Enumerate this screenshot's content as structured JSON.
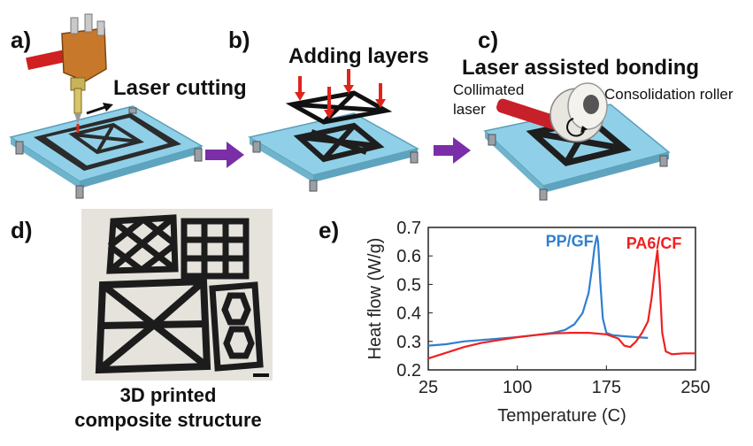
{
  "panels": {
    "a": {
      "letter": "a)",
      "caption": "Laser cutting"
    },
    "b": {
      "letter": "b)",
      "caption": "Adding layers"
    },
    "c": {
      "letter": "c)",
      "caption": "Laser assisted bonding",
      "label_laser_line1": "Collimated",
      "label_laser_line2": "laser",
      "label_roller": "Consolidation roller"
    },
    "d": {
      "letter": "d)",
      "caption_line1": "3D printed",
      "caption_line2": "composite structure"
    },
    "e": {
      "letter": "e)"
    }
  },
  "colors": {
    "plate": "#8fd0e8",
    "arrow_purple": "#7a2ea8",
    "arrow_red": "#e0241c",
    "series_pp": "#2f7fd0",
    "series_pa": "#f02020"
  },
  "chart_data": {
    "type": "line",
    "xlabel": "Temperature (C)",
    "ylabel": "Heat flow (W/g)",
    "xlim": [
      25,
      250
    ],
    "ylim": [
      0.2,
      0.7
    ],
    "xticks": [
      25,
      100,
      175,
      250
    ],
    "yticks": [
      0.2,
      0.3,
      0.4,
      0.5,
      0.6,
      0.7
    ],
    "grid": false,
    "series": [
      {
        "name": "PP/GF",
        "x": [
          25,
          40,
          55,
          70,
          85,
          100,
          115,
          130,
          140,
          148,
          155,
          160,
          163,
          165,
          167,
          168,
          170,
          172,
          175,
          180,
          190,
          200,
          210
        ],
        "y": [
          0.285,
          0.29,
          0.3,
          0.305,
          0.31,
          0.315,
          0.322,
          0.33,
          0.34,
          0.36,
          0.4,
          0.47,
          0.56,
          0.63,
          0.67,
          0.65,
          0.5,
          0.38,
          0.33,
          0.322,
          0.318,
          0.315,
          0.312
        ]
      },
      {
        "name": "PA6/CF",
        "x": [
          25,
          40,
          55,
          70,
          85,
          100,
          115,
          130,
          145,
          160,
          175,
          185,
          190,
          195,
          200,
          205,
          210,
          213,
          216,
          218,
          220,
          222,
          225,
          230,
          240,
          250
        ],
        "y": [
          0.24,
          0.26,
          0.28,
          0.295,
          0.305,
          0.315,
          0.322,
          0.328,
          0.33,
          0.33,
          0.325,
          0.31,
          0.285,
          0.28,
          0.3,
          0.33,
          0.37,
          0.45,
          0.56,
          0.62,
          0.5,
          0.33,
          0.265,
          0.255,
          0.258,
          0.258
        ]
      }
    ]
  }
}
